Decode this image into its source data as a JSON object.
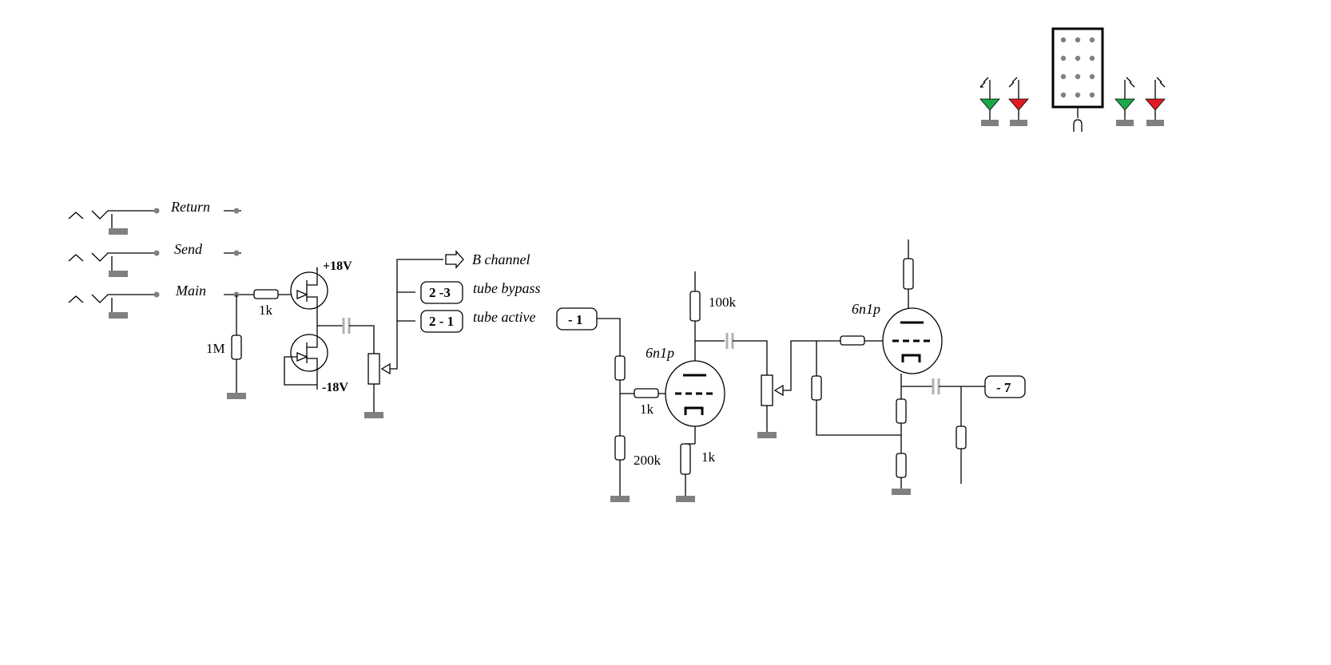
{
  "jacks": [
    {
      "label": "Return"
    },
    {
      "label": "Send"
    },
    {
      "label": "Main"
    }
  ],
  "supply": {
    "positive": "+18V",
    "negative": "-18V"
  },
  "resistors": {
    "input_series": "1k",
    "input_shunt": "1M",
    "plate_v1": "100k",
    "grid_v1": "1k",
    "divider_v1": "200k",
    "cathode_v1": "1k"
  },
  "routing": {
    "b_channel": "B channel",
    "bypass_box": "2 -3",
    "bypass_label": "tube bypass",
    "active_box": "2 - 1",
    "active_label": "tube active"
  },
  "tubes": [
    {
      "type": "6n1p"
    },
    {
      "type": "6n1p"
    }
  ],
  "connectors": {
    "input_box": "- 1",
    "output_box": "- 7"
  },
  "leds": [
    {
      "color": "#1aa84a"
    },
    {
      "color": "#e01b24"
    },
    {
      "color": "#1aa84a"
    },
    {
      "color": "#e01b24"
    }
  ]
}
